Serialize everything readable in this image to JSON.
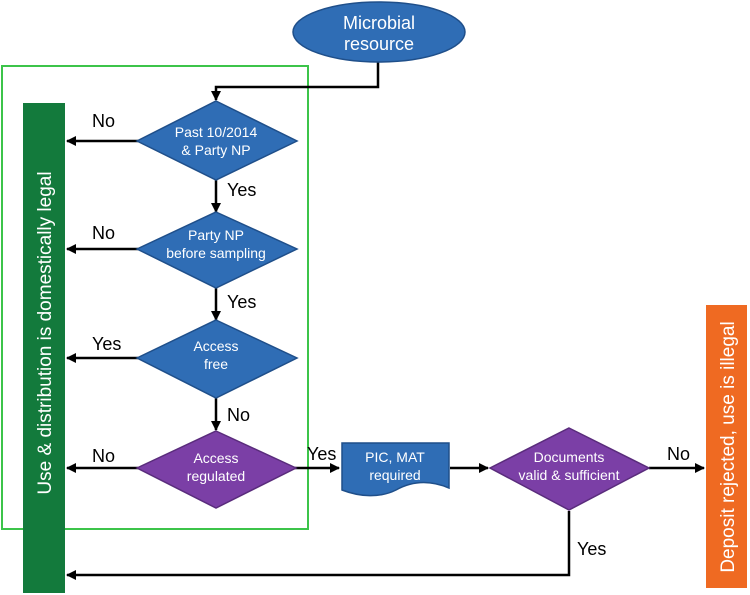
{
  "nodes": {
    "microbial_resource": {
      "line1": "Microbial",
      "line2": "resource"
    },
    "past_2014": {
      "line1": "Past 10/2014",
      "line2": "& Party NP"
    },
    "party_np": {
      "line1": "Party NP",
      "line2": "before sampling"
    },
    "access_free": {
      "line1": "Access",
      "line2": "free"
    },
    "access_regulated": {
      "line1": "Access",
      "line2": "regulated"
    },
    "pic_mat": {
      "line1": "PIC, MAT",
      "line2": "required"
    },
    "documents": {
      "line1": "Documents",
      "line2": "valid & sufficient"
    }
  },
  "bars": {
    "legal": "Use & distribution is domestically legal",
    "illegal": "Deposit rejected, use is illegal"
  },
  "edge_labels": {
    "past_no": "No",
    "past_yes": "Yes",
    "party_no": "No",
    "party_yes": "Yes",
    "free_yes": "Yes",
    "free_no": "No",
    "regulated_no": "No",
    "regulated_yes": "Yes",
    "documents_no": "No",
    "documents_yes": "Yes"
  },
  "colors": {
    "blue_fill": "#2f6db5",
    "purple_fill": "#7b3fa6",
    "green_bar": "#137a3c",
    "orange_bar": "#ef6a22",
    "green_frame": "#3cc44a"
  }
}
